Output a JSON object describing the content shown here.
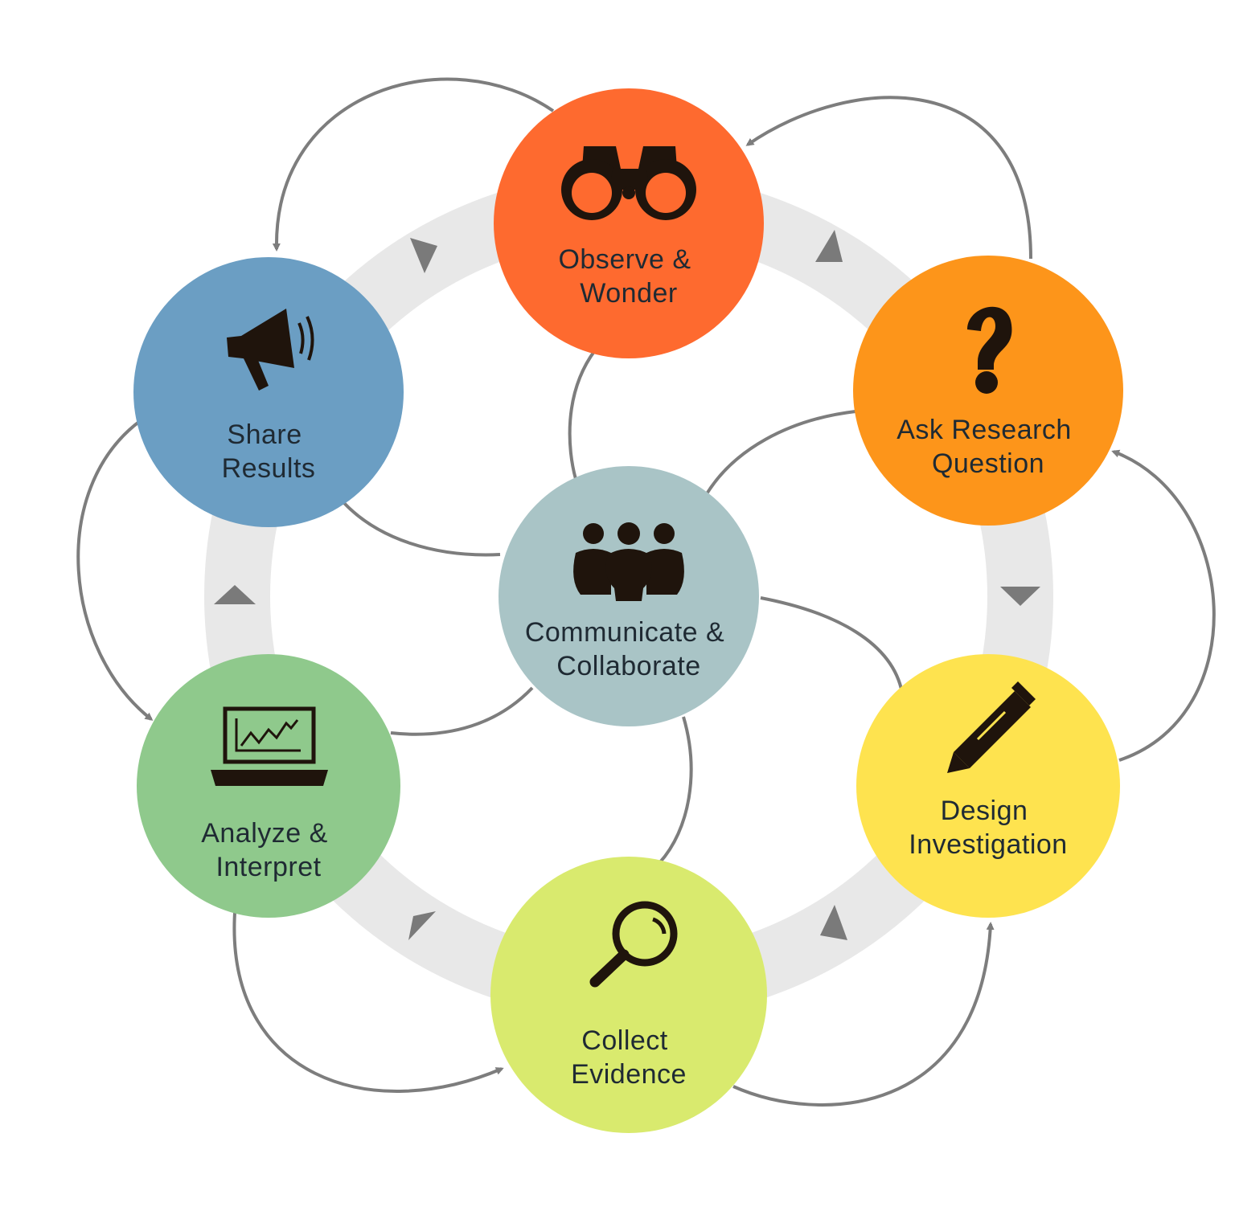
{
  "diagram": {
    "center": {
      "label_lines": [
        "Communicate &",
        "Collaborate"
      ],
      "icon": "people-group-icon",
      "color": "#a9c4c6"
    },
    "stages": [
      {
        "key": "observe",
        "label_lines": [
          "Observe &",
          "Wonder"
        ],
        "icon": "binoculars-icon",
        "color": "#fe6a2f"
      },
      {
        "key": "ask",
        "label_lines": [
          "Ask Research",
          "Question"
        ],
        "icon": "question-mark-icon",
        "color": "#fd951a"
      },
      {
        "key": "design",
        "label_lines": [
          "Design",
          "Investigation"
        ],
        "icon": "pencil-icon",
        "color": "#fee34f"
      },
      {
        "key": "collect",
        "label_lines": [
          "Collect",
          "Evidence"
        ],
        "icon": "magnifying-glass-icon",
        "color": "#d9ea6e"
      },
      {
        "key": "analyze",
        "label_lines": [
          "Analyze &",
          "Interpret"
        ],
        "icon": "laptop-chart-icon",
        "color": "#8fc98c"
      },
      {
        "key": "share",
        "label_lines": [
          "Share",
          "Results"
        ],
        "icon": "megaphone-icon",
        "color": "#6b9ec3"
      }
    ],
    "colors": {
      "ring": "#e8e8e8",
      "ring_arrow": "#7a7a7a",
      "connector": "#7d7d7d",
      "icon": "#1f140c",
      "text": "#1f2a33"
    }
  }
}
